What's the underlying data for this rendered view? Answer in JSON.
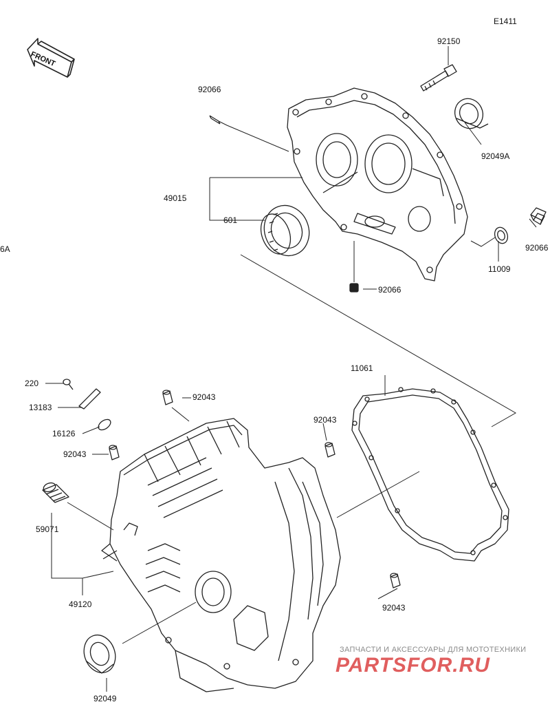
{
  "diagram_code": "E1411",
  "front_marker": "FRONT",
  "left_edge_fragment": "6A",
  "labels": {
    "p92150": "92150",
    "p92066_top": "92066",
    "p92049A": "92049A",
    "p49015": "49015",
    "p601": "601",
    "p92066_right": "92066",
    "p11009": "11009",
    "p92066_bottom": "92066",
    "p220": "220",
    "p13183": "13183",
    "p16126": "16126",
    "p92043_a": "92043",
    "p92043_b": "92043",
    "p92043_c": "92043",
    "p92043_d": "92043",
    "p11061": "11061",
    "p59071": "59071",
    "p49120": "49120",
    "p92049": "92049"
  },
  "watermark": {
    "tagline": "ЗАПЧАСТИ И АКСЕССУАРЫ ДЛЯ МОТОТЕХНИКИ",
    "brand": "PARTSFOR.RU",
    "color": "#d62828"
  }
}
